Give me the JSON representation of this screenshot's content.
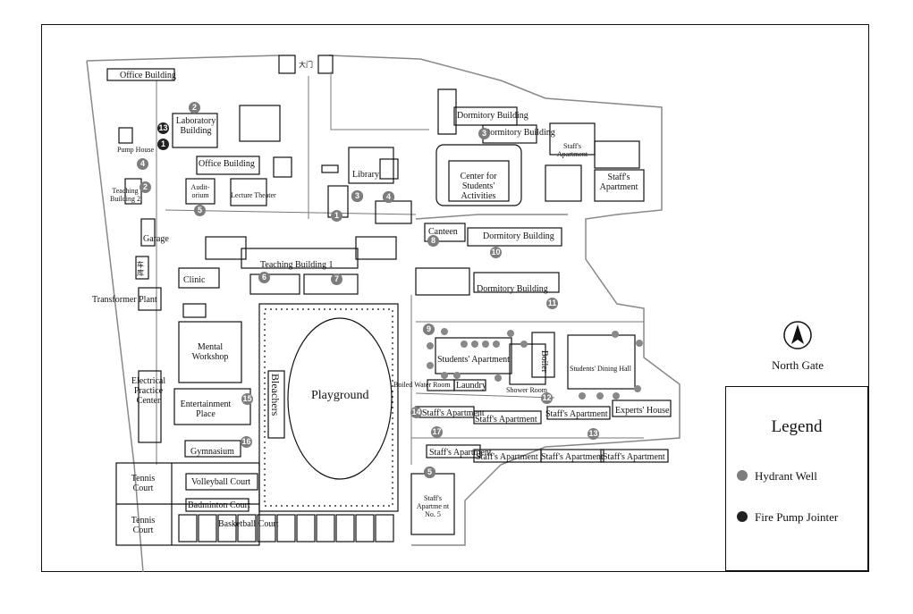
{
  "legend": {
    "title": "Legend",
    "items": [
      {
        "label": "Hydrant Well",
        "color": "#7d7d7d"
      },
      {
        "label": "Fire Pump Jointer",
        "color": "#222222"
      }
    ]
  },
  "north_gate": {
    "label": "North Gate",
    "icon": "north-arrow-icon"
  },
  "gate_label": "大门",
  "labels": {
    "office_building_nw": "Office Building",
    "laboratory_building": "Laboratory Building",
    "pump_house": "Pump House",
    "office_building": "Office Building",
    "auditorium": "Audit-orium",
    "lecture_theater": "Lecture Theater",
    "teaching_building_2": "Teaching Building 2",
    "library": "Library",
    "dormitory_building_1": "Dormitory Building",
    "dormitory_building_2": "Dormitory Building",
    "center_students": "Center for Students' Activities",
    "staffs_apartment_ne1": "Staff's Apartment",
    "staffs_apartment_ne2": "Staff's Apartment",
    "garage": "Garage",
    "canteen": "Canteen",
    "dormitory_building_3": "Dormitory Building",
    "teaching_building_1": "Teaching Building 1",
    "cn_garage": "车库",
    "clinic": "Clinic",
    "dormitory_building_4": "Dormitory Building",
    "transformer_plant": "Transformer Plant",
    "mental_workshop": "Mental Workshop",
    "students_apartment": "Students' Apartment",
    "boiler": "Boiler",
    "students_dining_hall": "Students' Dining Hall",
    "electrical_practice_center": "Electrical Practice Center",
    "bleachers": "Bleachers",
    "playground": "Playground",
    "boiled_water_room": "Boiled Water Room",
    "laundry": "Laundry",
    "shower_room": "Shower Room",
    "entertainment_place": "Entertainment Place",
    "staffs_apartment_1": "Staff's Apartment",
    "staffs_apartment_2": "Staff's Apartment",
    "staffs_apartment_3": "Staff's Apartment",
    "experts_house": "Experts' House",
    "gymnasium": "Gymnasium",
    "staffs_apartment_4": "Staff's Apartment",
    "staffs_apartment_5": "Staff's Apartment",
    "staffs_apartment_6": "Staff's Apartment",
    "staffs_apartment_7": "Staff's Apartment",
    "tennis_court_1": "Tennis Court",
    "volleyball_court": "Volleyball Court",
    "staffs_apartment_no5": "Staff's Apartme nt No. 5",
    "badminton_court": "Badminton Court",
    "tennis_court_2": "Tennis Court",
    "basketball_court": "Basketball Court"
  },
  "markers": {
    "pump_jointer": [
      "1",
      "3",
      "4",
      "5",
      "13"
    ],
    "hydrant_wells": [
      "1",
      "2",
      "2",
      "3",
      "3",
      "4",
      "4",
      "5",
      "5",
      "6",
      "7",
      "8",
      "9",
      "10",
      "11",
      "12",
      "13",
      "14",
      "15",
      "16",
      "17"
    ]
  }
}
